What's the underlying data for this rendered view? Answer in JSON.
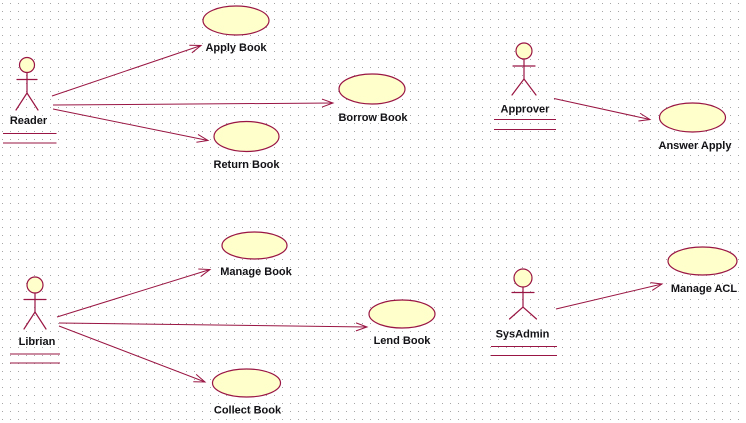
{
  "colors": {
    "background": "#FFFFFF",
    "grid_dot": "#A6A6A6",
    "shape_fill": "#FFFFCC",
    "line": "#991543",
    "label_text": "#121216"
  },
  "actors": {
    "reader": {
      "label": "Reader"
    },
    "approver": {
      "label": "Approver"
    },
    "librian": {
      "label": "Librian"
    },
    "sysadmin": {
      "label": "SysAdmin"
    }
  },
  "use_cases": {
    "apply_book": {
      "label": "Apply Book"
    },
    "borrow_book": {
      "label": "Borrow Book"
    },
    "return_book": {
      "label": "Return Book"
    },
    "answer_apply": {
      "label": "Answer Apply"
    },
    "manage_book": {
      "label": "Manage Book"
    },
    "lend_book": {
      "label": "Lend Book"
    },
    "collect_book": {
      "label": "Collect Book"
    },
    "manage_acl": {
      "label": "Manage ACL"
    }
  },
  "associations": [
    {
      "from": "Reader",
      "to": "Apply Book"
    },
    {
      "from": "Reader",
      "to": "Borrow Book"
    },
    {
      "from": "Reader",
      "to": "Return Book"
    },
    {
      "from": "Approver",
      "to": "Answer Apply"
    },
    {
      "from": "Librian",
      "to": "Manage Book"
    },
    {
      "from": "Librian",
      "to": "Lend Book"
    },
    {
      "from": "Librian",
      "to": "Collect Book"
    },
    {
      "from": "SysAdmin",
      "to": "Manage ACL"
    }
  ]
}
